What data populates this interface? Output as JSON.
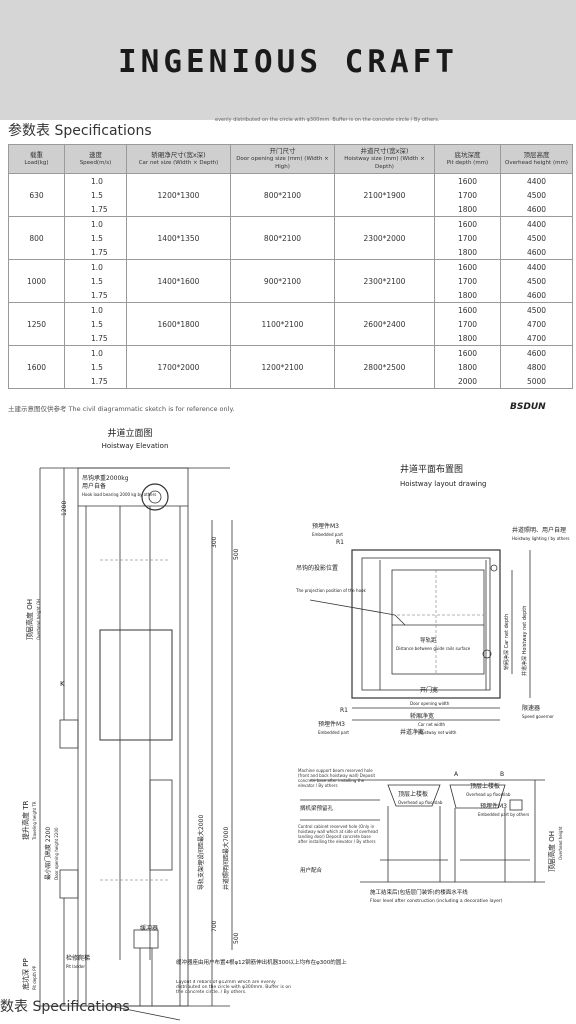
{
  "brand": "INGENIOUS  CRAFT",
  "spec_title": "参数表 Specifications",
  "spec_note": "evenly distributed on the circle with φ300mm. Buffer is on the concrete circle / By others.",
  "headers": [
    {
      "cn": "载重",
      "en": "Load(kg)"
    },
    {
      "cn": "速度",
      "en": "Speed(m/s)"
    },
    {
      "cn": "轿厢净尺寸(宽x深)",
      "en": "Car net size (Width × Depth)"
    },
    {
      "cn": "开门尺寸",
      "en": "Door opening size (mm) (Width × High)"
    },
    {
      "cn": "井道尺寸(宽x深)",
      "en": "Hoistway size (mm) (Width × Depth)"
    },
    {
      "cn": "底坑深度",
      "en": "Pit depth (mm)"
    },
    {
      "cn": "顶层高度",
      "en": "Overhead height (mm)"
    }
  ],
  "groups": [
    {
      "load": "630",
      "car": "1200*1300",
      "door": "800*2100",
      "hoist": "2100*1900",
      "rows": [
        [
          "1.0",
          "1600",
          "4400"
        ],
        [
          "1.5",
          "1700",
          "4500"
        ],
        [
          "1.75",
          "1800",
          "4600"
        ]
      ]
    },
    {
      "load": "800",
      "car": "1400*1350",
      "door": "800*2100",
      "hoist": "2300*2000",
      "rows": [
        [
          "1.0",
          "1600",
          "4400"
        ],
        [
          "1.5",
          "1700",
          "4500"
        ],
        [
          "1.75",
          "1800",
          "4600"
        ]
      ]
    },
    {
      "load": "1000",
      "car": "1400*1600",
      "door": "900*2100",
      "hoist": "2300*2100",
      "rows": [
        [
          "1.0",
          "1600",
          "4400"
        ],
        [
          "1.5",
          "1700",
          "4500"
        ],
        [
          "1.75",
          "1800",
          "4600"
        ]
      ]
    },
    {
      "load": "1250",
      "car": "1600*1800",
      "door": "1100*2100",
      "hoist": "2600*2400",
      "rows": [
        [
          "1.0",
          "1600",
          "4500"
        ],
        [
          "1.5",
          "1700",
          "4700"
        ],
        [
          "1.75",
          "1800",
          "4700"
        ]
      ]
    },
    {
      "load": "1600",
      "car": "1700*2000",
      "door": "1200*2100",
      "hoist": "2800*2500",
      "rows": [
        [
          "1.0",
          "1600",
          "4600"
        ],
        [
          "1.5",
          "1800",
          "4800"
        ],
        [
          "1.75",
          "2000",
          "5000"
        ]
      ]
    }
  ],
  "footnote": "土建示意图仅供参考 The civil diagrammatic sketch is for reference only.",
  "logo": "BSDUN",
  "elevation": {
    "title_cn": "井道立面图",
    "title_en": "Hoistway Elevation",
    "labels": {
      "hook": "吊钩承重2000kg",
      "by_user": "用户自备",
      "hook_en": "Hook load bearing 2000 kg by others",
      "d1200": "1200",
      "d300": "300",
      "d500a": "500",
      "d700": "700",
      "d500b": "500",
      "oh_cn": "顶层高度 OH",
      "oh_en": "Overhead height OH",
      "tr_cn": "提升高度 TR",
      "tr_en": "Traveling height TR",
      "door_cn": "最小层门高度 2200",
      "door_en": "Door opening height 2200",
      "pp_cn": "底坑深 PP",
      "pp_en": "Pit depth PP",
      "ladder_cn": "检修爬梯",
      "ladder_en": "Pit ladder",
      "buffer": "缓冲器",
      "k": "K",
      "vert1": "导轨支架埋设间距最大2000",
      "vert2": "井道照明间距最大7000",
      "note1_cn": "缓冲器座由用户布置4根φ12钢筋伸出机器300以上均布在φ300的圆上",
      "note1_en": "Layout 4 rebars of φ12mm which are evenly distributed on the circle with φ300mm. Buffer is on the concrete circle. / By others."
    }
  },
  "plan": {
    "title_cn": "井道平面布置图",
    "title_en": "Hoistway layout drawing",
    "labels": {
      "m3": "预埋件M3",
      "m3_en": "Embedded part",
      "r1": "R1",
      "hook_cn": "吊钩的投影位置",
      "hook_en": "The projection position of the hook",
      "lighting_cn": "井道照明、用户自理",
      "lighting_en": "Hoistway lighting / by others",
      "rail_cn": "导轨距",
      "rail_en": "Distance between guide rails surface",
      "door_cn": "开门宽",
      "door_en": "Door opening width",
      "car_cn": "轿厢净宽",
      "car_en": "Car net width",
      "hw_cn": "井道净宽",
      "hw_en": "Hoistway net width",
      "gov_cn": "限速器",
      "gov_en": "Speed governor",
      "car_depth": "轿厢净深 Car net depth",
      "hw_depth": "井道净深 Hoistway net depth",
      "r1b": "R1",
      "m3b": "预埋件M3",
      "m3b_en": "Embedded part"
    }
  },
  "section": {
    "support_en": "Machine support beam reserved hole (front and back hoistway wall) Deposit concrete base after installing the elevator / By others",
    "support_cn": "搁机梁预留孔",
    "floor_cn": "顶层上楼板",
    "floor_en": "Overhead up floorslab",
    "control_en": "Control cabinet reserved hole (Only in hoistway wall which at side of overhead landing door) Deposit concrete base after installing the elevator / By others",
    "control_cn": "用户配合",
    "doorframe": "施工结束后(包括层门装饰)的楼面水平线",
    "floor_level": "Floor level after construction (including a decorative layer)",
    "a": "A",
    "b": "B",
    "floor2_cn": "顶层上楼板",
    "floor2_en": "Overhead up floorslab",
    "m3c": "预埋件M3",
    "m3c_en": "Embedded part by others",
    "oh_cn": "顶层高度 OH",
    "oh_en": "Overhead height"
  },
  "bottom_title": "数表 Specifications"
}
